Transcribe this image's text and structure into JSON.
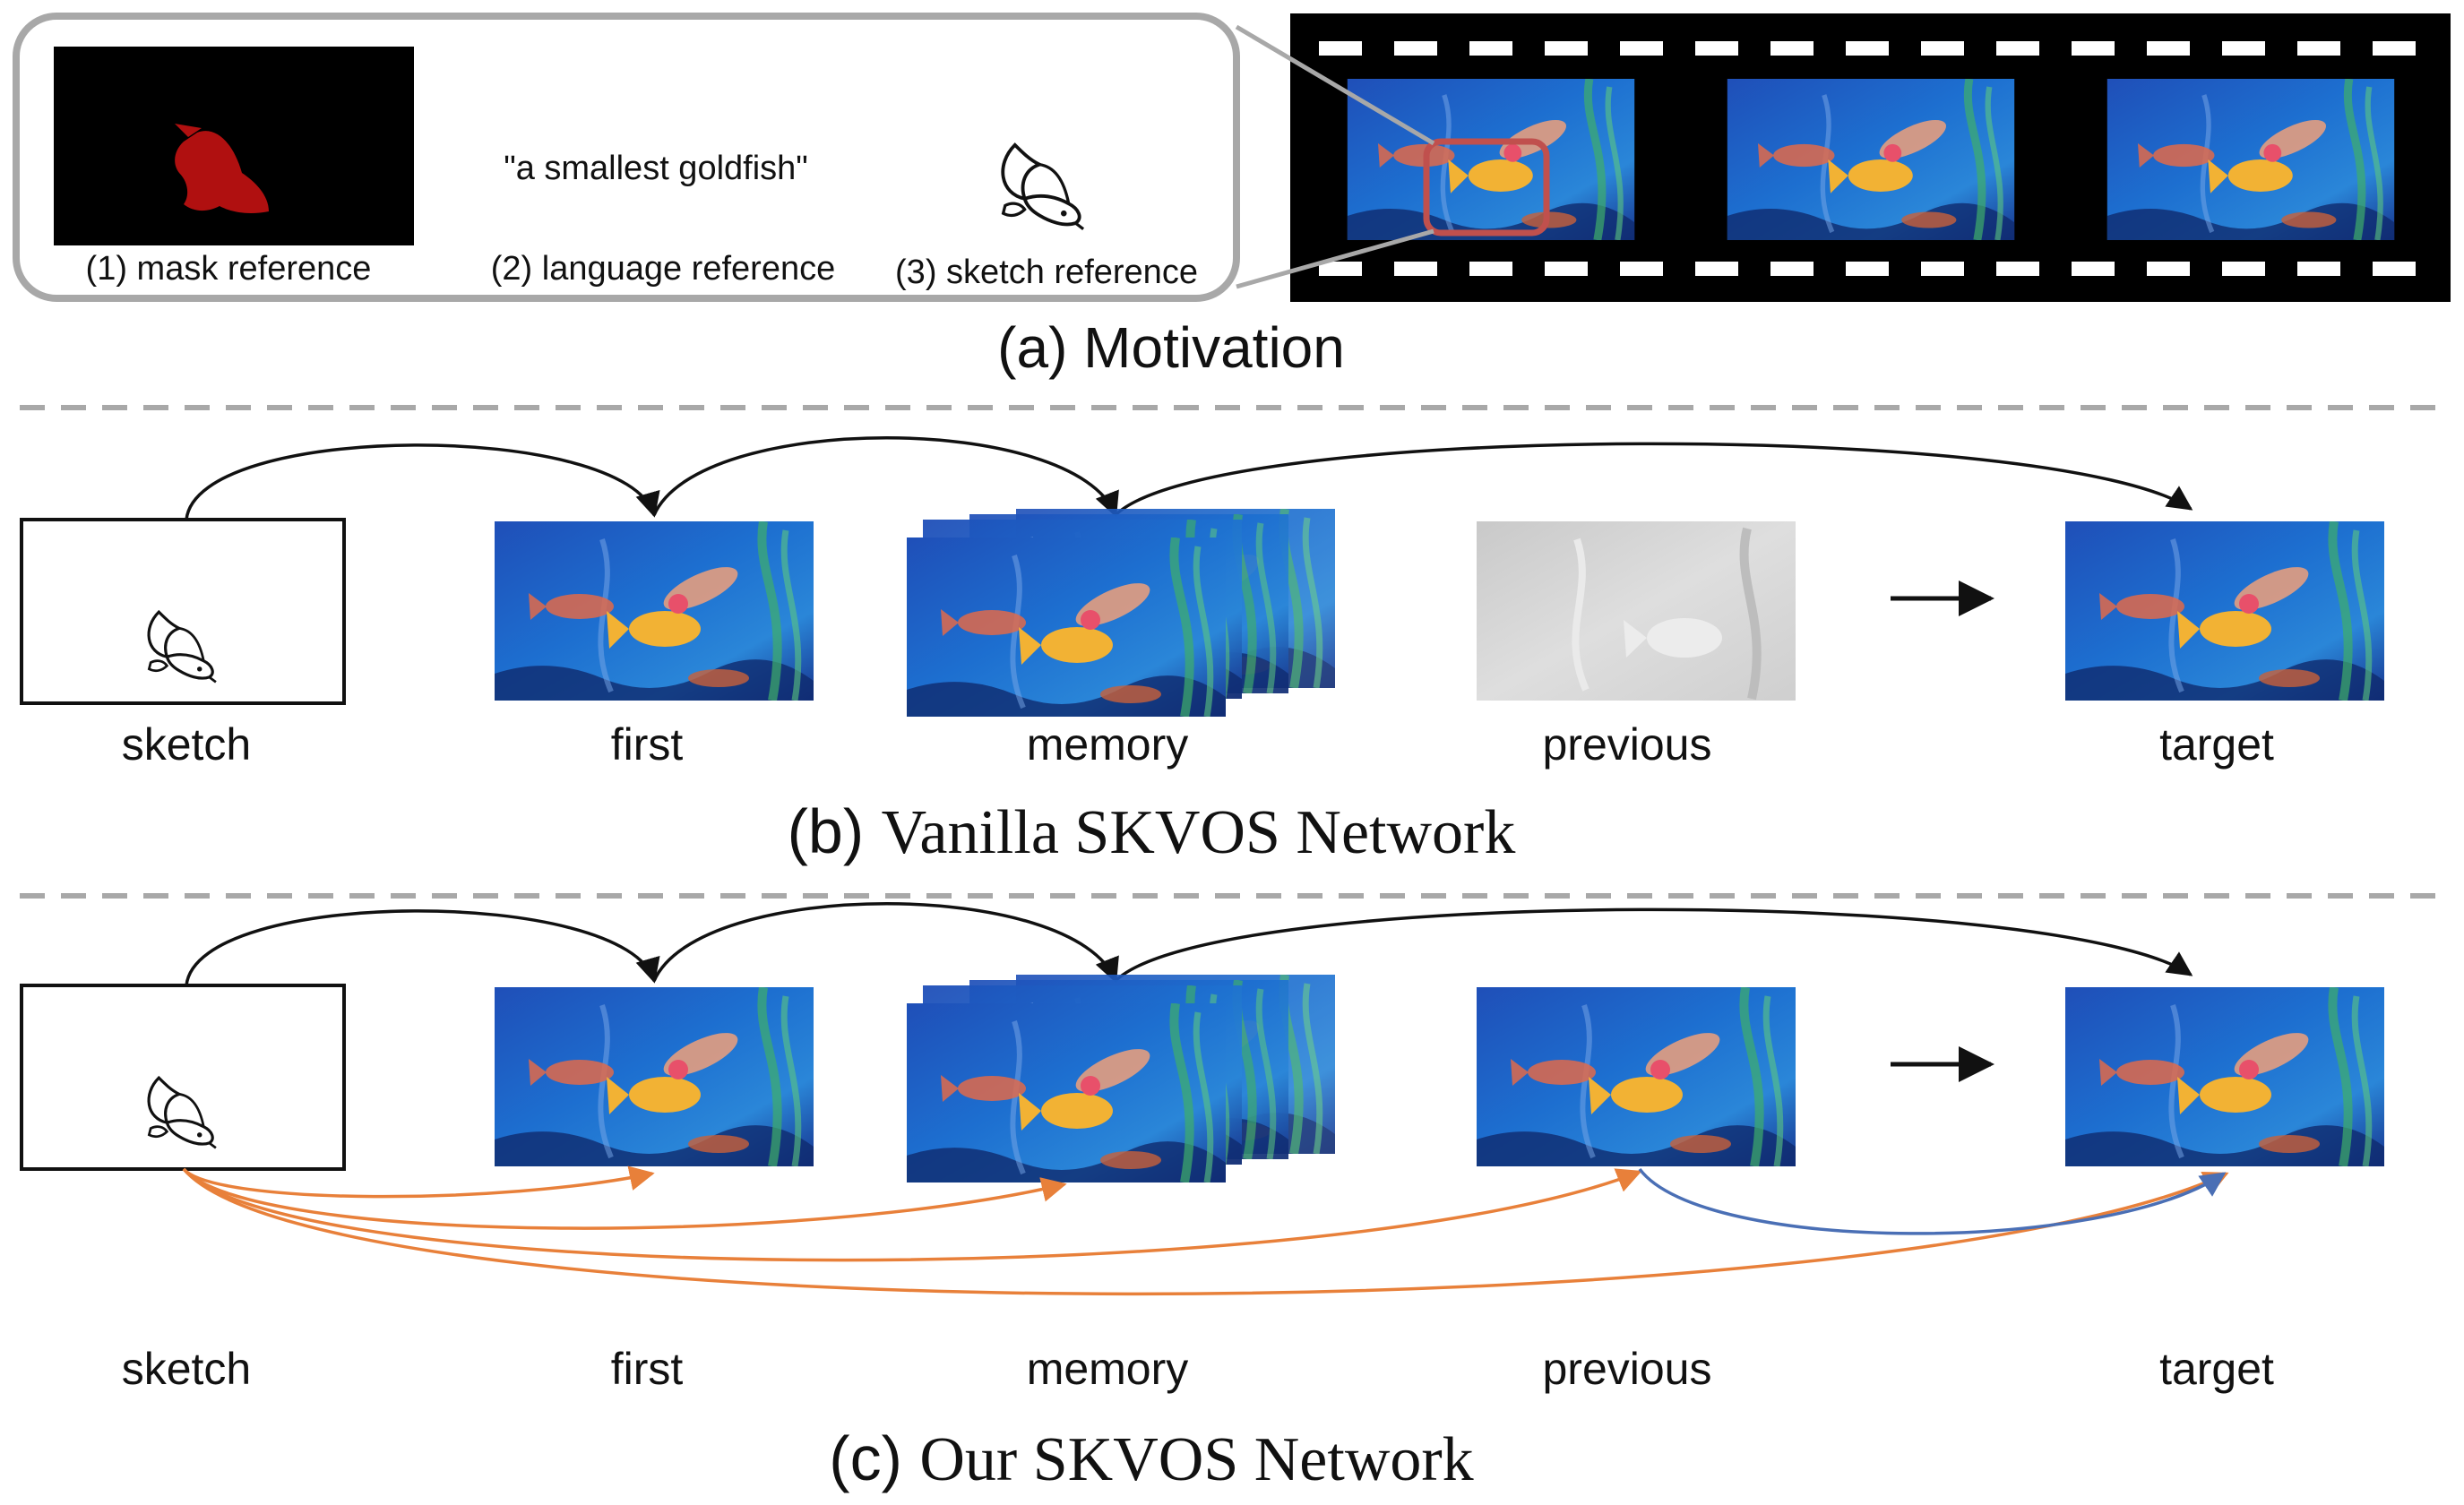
{
  "motivation": {
    "caption": "(a) Motivation",
    "references": {
      "mask_label": "(1) mask reference",
      "language_text": "\"a smallest goldfish\"",
      "language_label": "(2) language reference",
      "sketch_label": "(3) sketch reference"
    }
  },
  "vanilla": {
    "caption_prefix": "(b) ",
    "caption_main": "Vanilla SKVOS Network",
    "labels": [
      "sketch",
      "first",
      "memory",
      "previous",
      "target"
    ]
  },
  "ours": {
    "caption_prefix": "(c) ",
    "caption_main": "Our SKVOS Network",
    "labels": [
      "sketch",
      "first",
      "memory",
      "previous",
      "target"
    ]
  },
  "colors": {
    "orange_arrow": "#e8803a",
    "blue_arrow": "#4a6fb5",
    "mask_red": "#b01010",
    "water_blue": "#1d5fc4",
    "goldfish_yellow": "#f2b234",
    "highlight_box": "#c0504d",
    "divider": "#a8a8a8"
  },
  "icons": [
    "sketch-fish-icon",
    "goldfish-icon",
    "arrow-right-icon"
  ]
}
